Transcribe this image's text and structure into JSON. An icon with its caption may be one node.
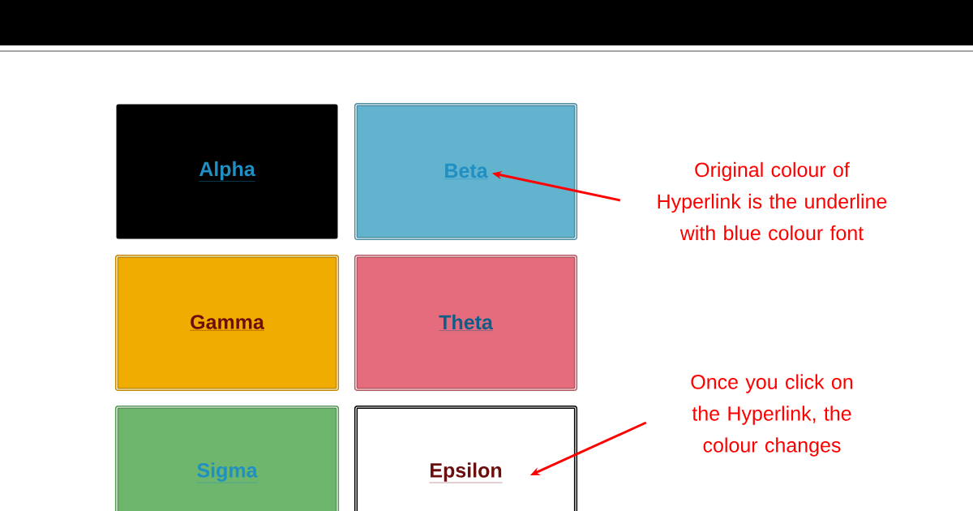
{
  "diagram": {
    "nodes": [
      {
        "text": [
          "Alpha"
        ]
      },
      {
        "text": [
          "Beta"
        ]
      },
      {
        "text": [
          "Gamma"
        ]
      },
      {
        "text": [
          "Theta"
        ]
      },
      {
        "text": [
          "Sigma"
        ]
      },
      {
        "text": [
          "Epsilon"
        ]
      },
      {
        "text": [
          "Original colour of Hyperlink is the underline with blue colour font"
        ]
      },
      {
        "text": [
          "Once you click on the Hyperlink, the colour changes"
        ]
      }
    ],
    "edges": [
      {
        "from": 6,
        "to": 1,
        "arrow": "to",
        "color": "#ff0000"
      },
      {
        "from": 7,
        "to": 5,
        "arrow": "to",
        "color": "#ff0000"
      }
    ]
  }
}
